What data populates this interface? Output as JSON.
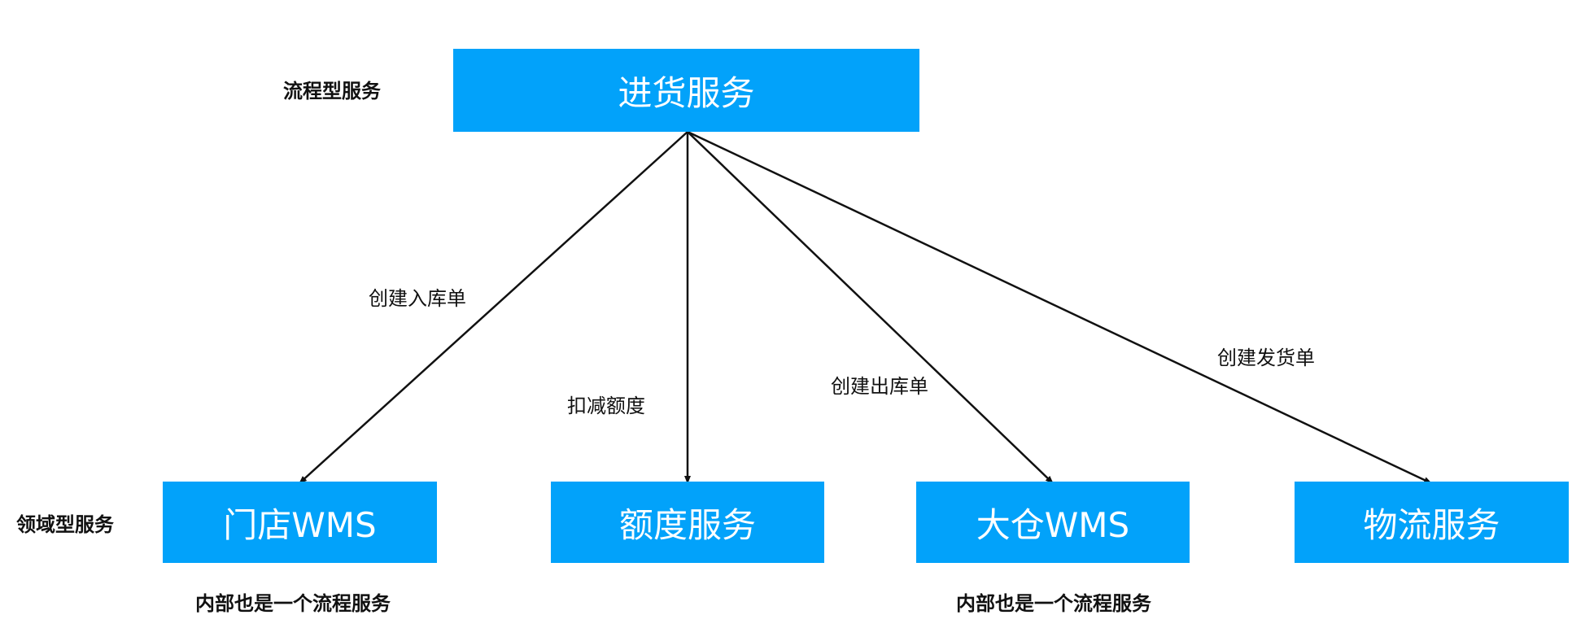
{
  "tiers": {
    "process": "流程型服务",
    "domain": "领域型服务"
  },
  "nodes": {
    "root": "进货服务",
    "store_wms": "门店WMS",
    "quota": "额度服务",
    "warehouse_wms": "大仓WMS",
    "logistics": "物流服务"
  },
  "edges": {
    "to_store_wms": "创建入库单",
    "to_quota": "扣减额度",
    "to_warehouse_wms": "创建出库单",
    "to_logistics": "创建发货单"
  },
  "notes": {
    "store_wms": "内部也是一个流程服务",
    "warehouse_wms": "内部也是一个流程服务"
  },
  "colors": {
    "node_fill": "#02a2fa",
    "node_text": "#ffffff",
    "edge": "#111111"
  }
}
